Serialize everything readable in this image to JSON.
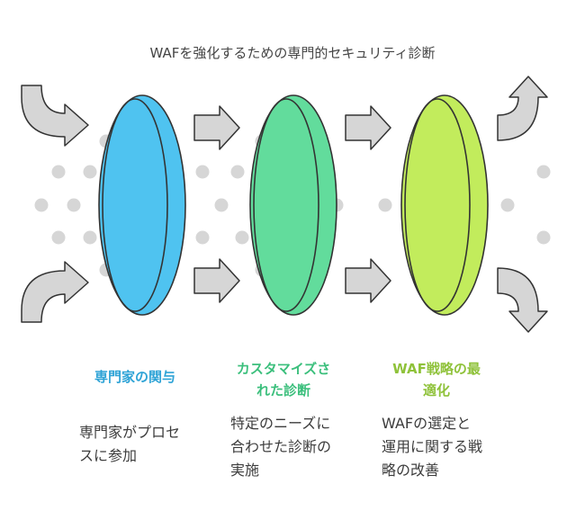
{
  "title": "WAFを強化するための専門的セキュリティ診断",
  "stages": [
    {
      "heading_lines": [
        "専門家の関与"
      ],
      "description_lines": [
        "専門家がプロセ",
        "スに参加"
      ],
      "color": "#4fc3f0",
      "heading_color": "#2ea3d6"
    },
    {
      "heading_lines": [
        "カスタマイズさ",
        "れた診断"
      ],
      "description_lines": [
        "特定のニーズに",
        "合わせた診断の",
        "実施"
      ],
      "color": "#62dc9c",
      "heading_color": "#3bbf7c"
    },
    {
      "heading_lines": [
        "WAF戦略の最",
        "適化"
      ],
      "description_lines": [
        "WAFの選定と",
        "運用に関する戦",
        "略の改善"
      ],
      "color": "#c2ec5c",
      "heading_color": "#8fc23a"
    }
  ],
  "colors": {
    "arrow_fill": "#d6d6d6",
    "dot_fill": "#d6d6d6",
    "outline": "#333333"
  }
}
